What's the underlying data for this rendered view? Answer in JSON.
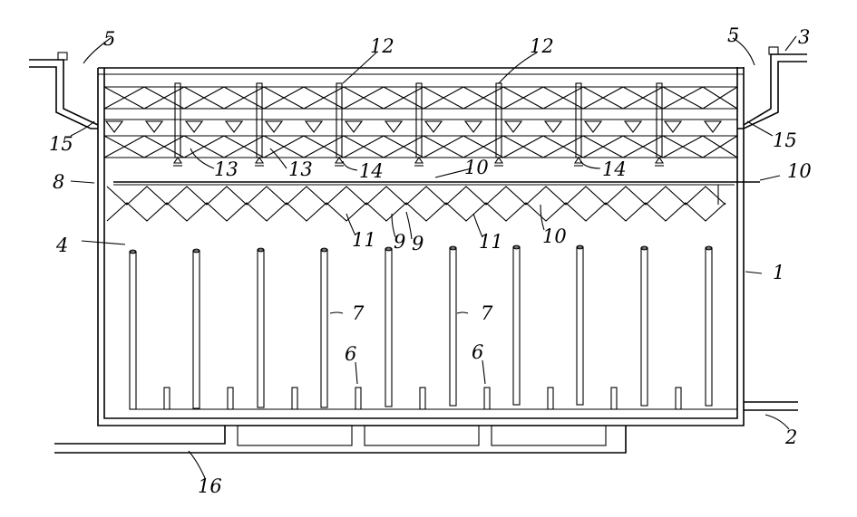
{
  "labels": {
    "l1": "1",
    "l2": "2",
    "l3": "3",
    "l4": "4",
    "l5a": "5",
    "l5b": "5",
    "l6a": "6",
    "l6b": "6",
    "l7a": "7",
    "l7b": "7",
    "l8": "8",
    "l9a": "9",
    "l9b": "9",
    "l10a": "10",
    "l10b": "10",
    "l10c": "10",
    "l11a": "11",
    "l11b": "11",
    "l12a": "12",
    "l12b": "12",
    "l13a": "13",
    "l13b": "13",
    "l14a": "14",
    "l14b": "14",
    "l15a": "15",
    "l15b": "15",
    "l16": "16"
  }
}
